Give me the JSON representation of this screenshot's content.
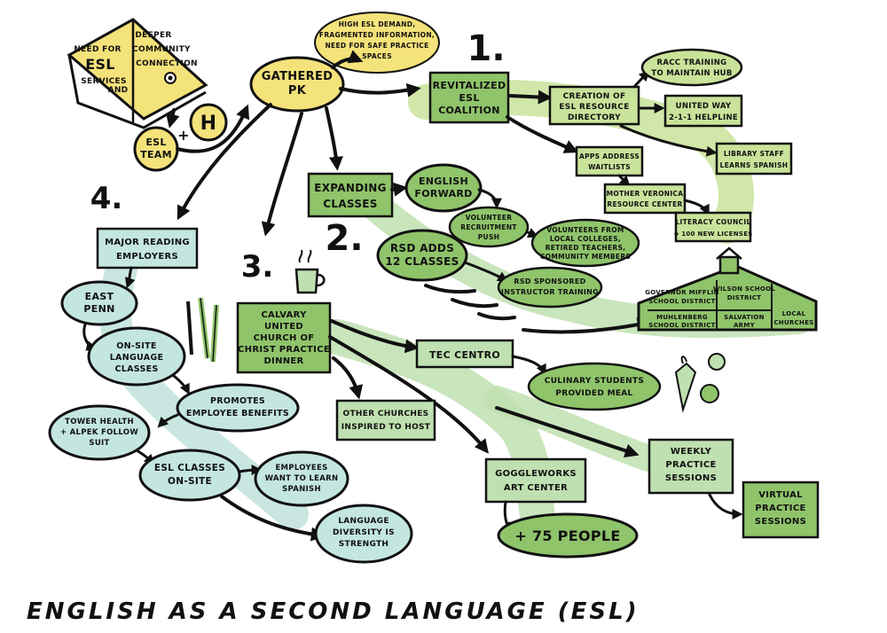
{
  "title": "ENGLISH AS A SECOND LANGUAGE (ESL)",
  "colors": {
    "yellow": "#f4e27a",
    "green_light": "#c9e39a",
    "green_mid": "#8fc46a",
    "green_wash": "#bfe0b0",
    "teal": "#c4e6e0",
    "teal_wash": "#bfe3da",
    "ink": "#111111"
  },
  "numbers": {
    "one": "1.",
    "two": "2.",
    "three": "3.",
    "four": "4."
  },
  "book": {
    "left_page": [
      "NEED FOR",
      "ESL",
      "SERVICES"
    ],
    "right_page": [
      "DEEPER",
      "COMMUNITY",
      "CONNECTION"
    ],
    "and": "AND"
  },
  "esl_team": [
    "ESL",
    "TEAM"
  ],
  "h_logo": "H",
  "plus": "+",
  "gathered": [
    "GATHERED",
    "PK"
  ],
  "needs": [
    "HIGH ESL DEMAND,",
    "FRAGMENTED INFORMATION,",
    "NEED FOR SAFE PRACTICE",
    "SPACES"
  ],
  "section1": {
    "coalition": [
      "REVITALIZED",
      "ESL",
      "COALITION"
    ],
    "directory": [
      "CREATION OF",
      "ESL RESOURCE",
      "DIRECTORY"
    ],
    "racc": [
      "RACC TRAINING",
      "TO MAINTAIN HUB"
    ],
    "united_way": [
      "UNITED WAY",
      "2-1-1 HELPLINE"
    ],
    "library": [
      "LIBRARY STAFF",
      "LEARNS SPANISH"
    ],
    "apps": [
      "APPS ADDRESS",
      "WAITLISTS"
    ],
    "mother": [
      "MOTHER VERONICA",
      "RESOURCE CENTER"
    ],
    "literacy": [
      "LITERACY COUNCIL",
      "→ 100 NEW LICENSES"
    ]
  },
  "section2": {
    "expanding": [
      "EXPANDING",
      "CLASSES"
    ],
    "english_forward": [
      "ENGLISH",
      "FORWARD"
    ],
    "volunteer_push": [
      "VOLUNTEER",
      "RECRUITMENT",
      "PUSH"
    ],
    "volunteers": [
      "VOLUNTEERS FROM",
      "LOCAL COLLEGES,",
      "RETIRED TEACHERS,",
      "COMMUNITY MEMBERS"
    ],
    "rsd_adds": [
      "RSD ADDS",
      "12 CLASSES"
    ],
    "rsd_training": [
      "RSD SPONSORED",
      "INSTRUCTOR TRAINING"
    ],
    "schools": {
      "governor": [
        "GOVERNOR MIFFLIN",
        "SCHOOL DISTRICT"
      ],
      "wilson": [
        "WILSON SCHOOL",
        "DISTRICT"
      ],
      "muhlenberg": [
        "MUHLENBERG",
        "SCHOOL DISTRICT"
      ],
      "salvation": [
        "SALVATION",
        "ARMY"
      ],
      "local": [
        "LOCAL",
        "CHURCHES"
      ]
    }
  },
  "section3": {
    "calvary": [
      "CALVARY",
      "UNITED",
      "CHURCH OF",
      "CHRIST PRACTICE",
      "DINNER"
    ],
    "tec": [
      "TEC CENTRO"
    ],
    "culinary": [
      "CULINARY STUDENTS",
      "PROVIDED MEAL"
    ],
    "other_churches": [
      "OTHER CHURCHES",
      "INSPIRED TO HOST"
    ],
    "goggleworks": [
      "GOGGLEWORKS",
      "ART CENTER"
    ],
    "people": [
      "+ 75 PEOPLE"
    ],
    "weekly": [
      "WEEKLY",
      "PRACTICE",
      "SESSIONS"
    ],
    "virtual": [
      "VIRTUAL",
      "PRACTICE",
      "SESSIONS"
    ]
  },
  "section4": {
    "major": [
      "MAJOR READING",
      "EMPLOYERS"
    ],
    "east_penn": [
      "EAST",
      "PENN"
    ],
    "onsite": [
      "ON-SITE",
      "LANGUAGE",
      "CLASSES"
    ],
    "promotes": [
      "PROMOTES",
      "EMPLOYEE BENEFITS"
    ],
    "tower": [
      "TOWER HEALTH",
      "+ ALPEK FOLLOW",
      "SUIT"
    ],
    "esl_onsite": [
      "ESL CLASSES",
      "ON-SITE"
    ],
    "employees": [
      "EMPLOYEES",
      "WANT TO LEARN",
      "SPANISH"
    ],
    "diversity": [
      "LANGUAGE",
      "DIVERSITY IS",
      "STRENGTH"
    ]
  }
}
